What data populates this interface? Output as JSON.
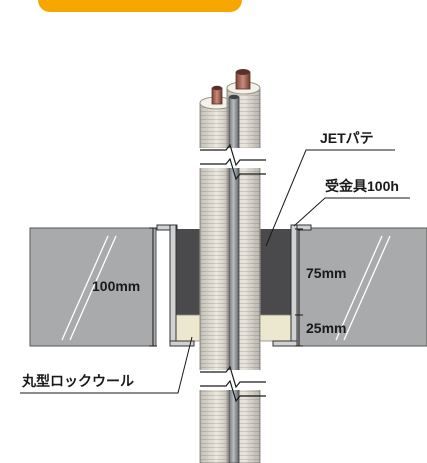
{
  "header_badge": {
    "text": "",
    "color": "#f7a600"
  },
  "labels": {
    "jet_putty": "JETパテ",
    "bracket": "受金具100h",
    "wall_thickness": "100mm",
    "upper_depth": "75mm",
    "lower_depth": "25mm",
    "rock_wool": "丸型ロックウール"
  },
  "colors": {
    "wall": "#a9aaab",
    "putty": "#4a4a4c",
    "rock_wool": "#ece7cf",
    "bracket": "#cfd1d3",
    "pipe_insulation": "#ece9e2",
    "copper": "#a8685a"
  },
  "icons": [
    "break-mark-icon"
  ]
}
